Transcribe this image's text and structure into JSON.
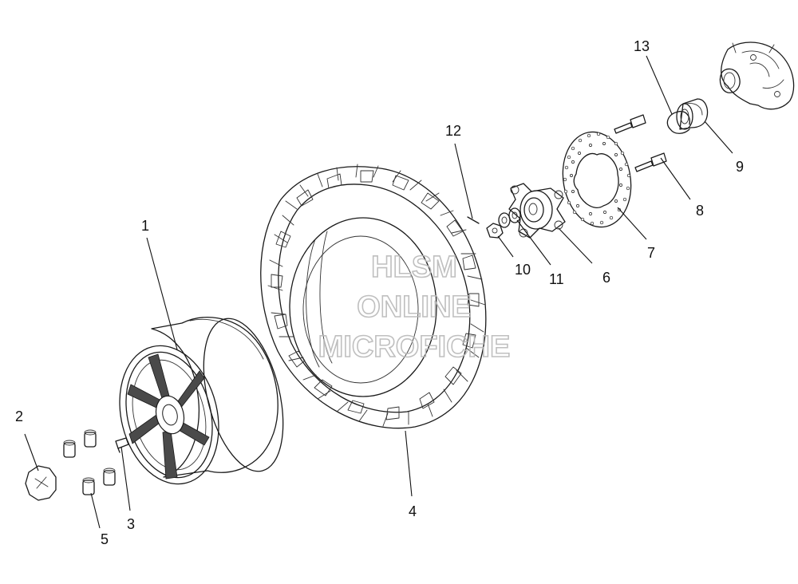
{
  "callouts": [
    "1",
    "2",
    "3",
    "4",
    "5",
    "6",
    "7",
    "8",
    "9",
    "10",
    "11",
    "12",
    "13"
  ],
  "watermark": {
    "line1": "HLSM",
    "line2": "ONLINE",
    "line3": "MICROFICHE"
  },
  "colors": {
    "line": "#1a1a1a",
    "background": "#ffffff",
    "watermark": "#b9b9b9",
    "part_fill": "#e6e6e6",
    "part_dark": "#3a3a3a"
  }
}
